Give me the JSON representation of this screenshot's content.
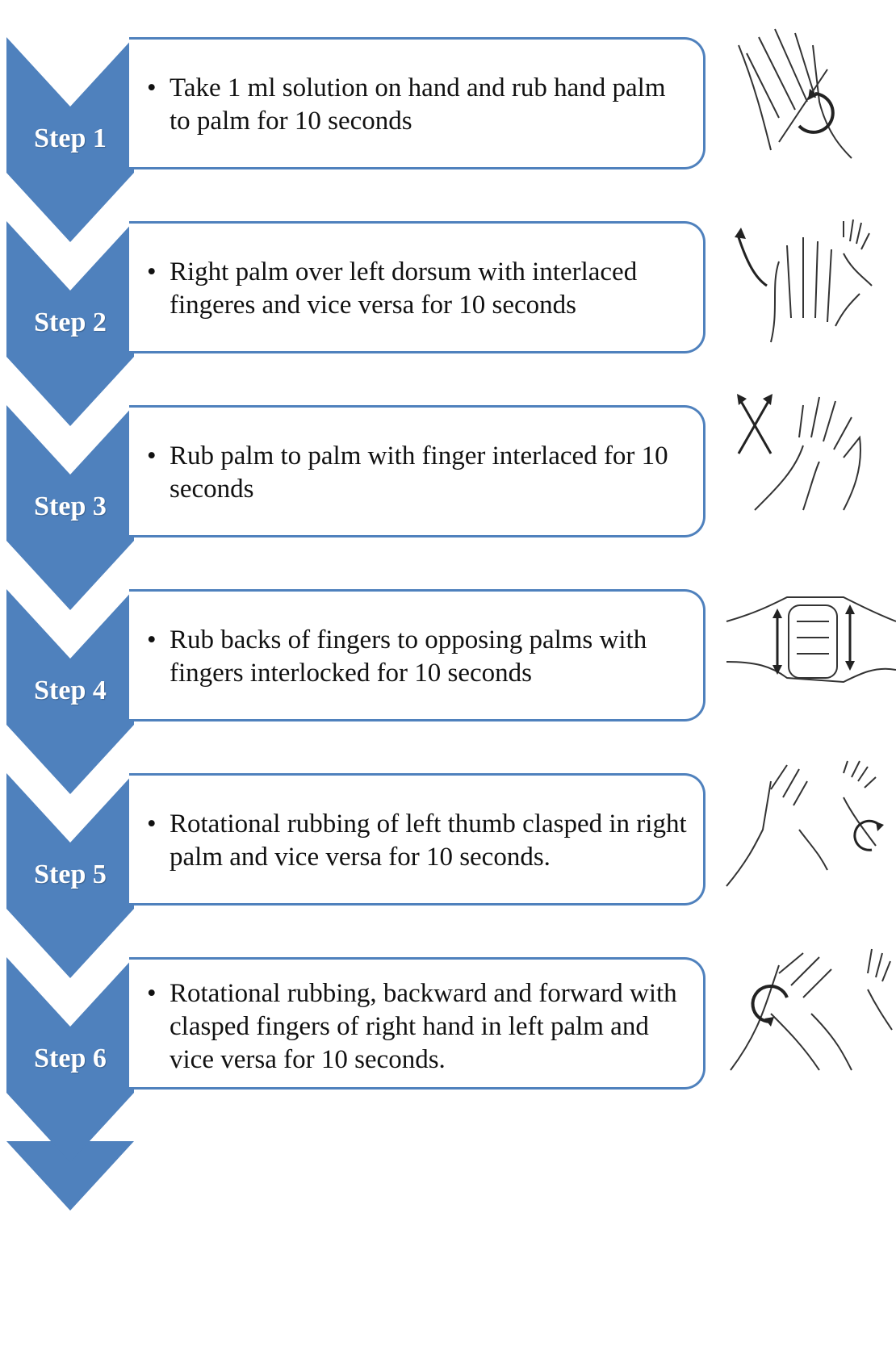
{
  "colors": {
    "chevron": "#4F81BD",
    "card_border": "#4F81BD",
    "text": "#111111",
    "label": "#ffffff"
  },
  "steps": [
    {
      "label": "Step 1",
      "bullet": "•",
      "text": "Take 1 ml solution on hand and rub hand palm to palm for 10 seconds",
      "icon": "palm-to-palm-rub-icon"
    },
    {
      "label": "Step 2",
      "bullet": "•",
      "text": "Right palm over left dorsum with interlaced fingeres and vice versa for 10 seconds",
      "icon": "palm-over-dorsum-icon"
    },
    {
      "label": "Step 3",
      "bullet": "•",
      "text": "Rub palm to palm with finger interlaced for 10 seconds",
      "icon": "fingers-interlaced-icon"
    },
    {
      "label": "Step 4",
      "bullet": "•",
      "text": "Rub backs of fingers to opposing palms with fingers interlocked for 10 seconds",
      "icon": "backs-of-fingers-icon"
    },
    {
      "label": "Step 5",
      "bullet": "•",
      "text": "Rotational rubbing of left thumb clasped in right palm and vice versa for 10 seconds.",
      "icon": "thumb-rotation-icon"
    },
    {
      "label": "Step 6",
      "bullet": "•",
      "text": " Rotational rubbing, backward and forward with clasped fingers of right hand in left palm and vice versa for 10 seconds.",
      "icon": "fingertips-rotation-icon"
    }
  ]
}
